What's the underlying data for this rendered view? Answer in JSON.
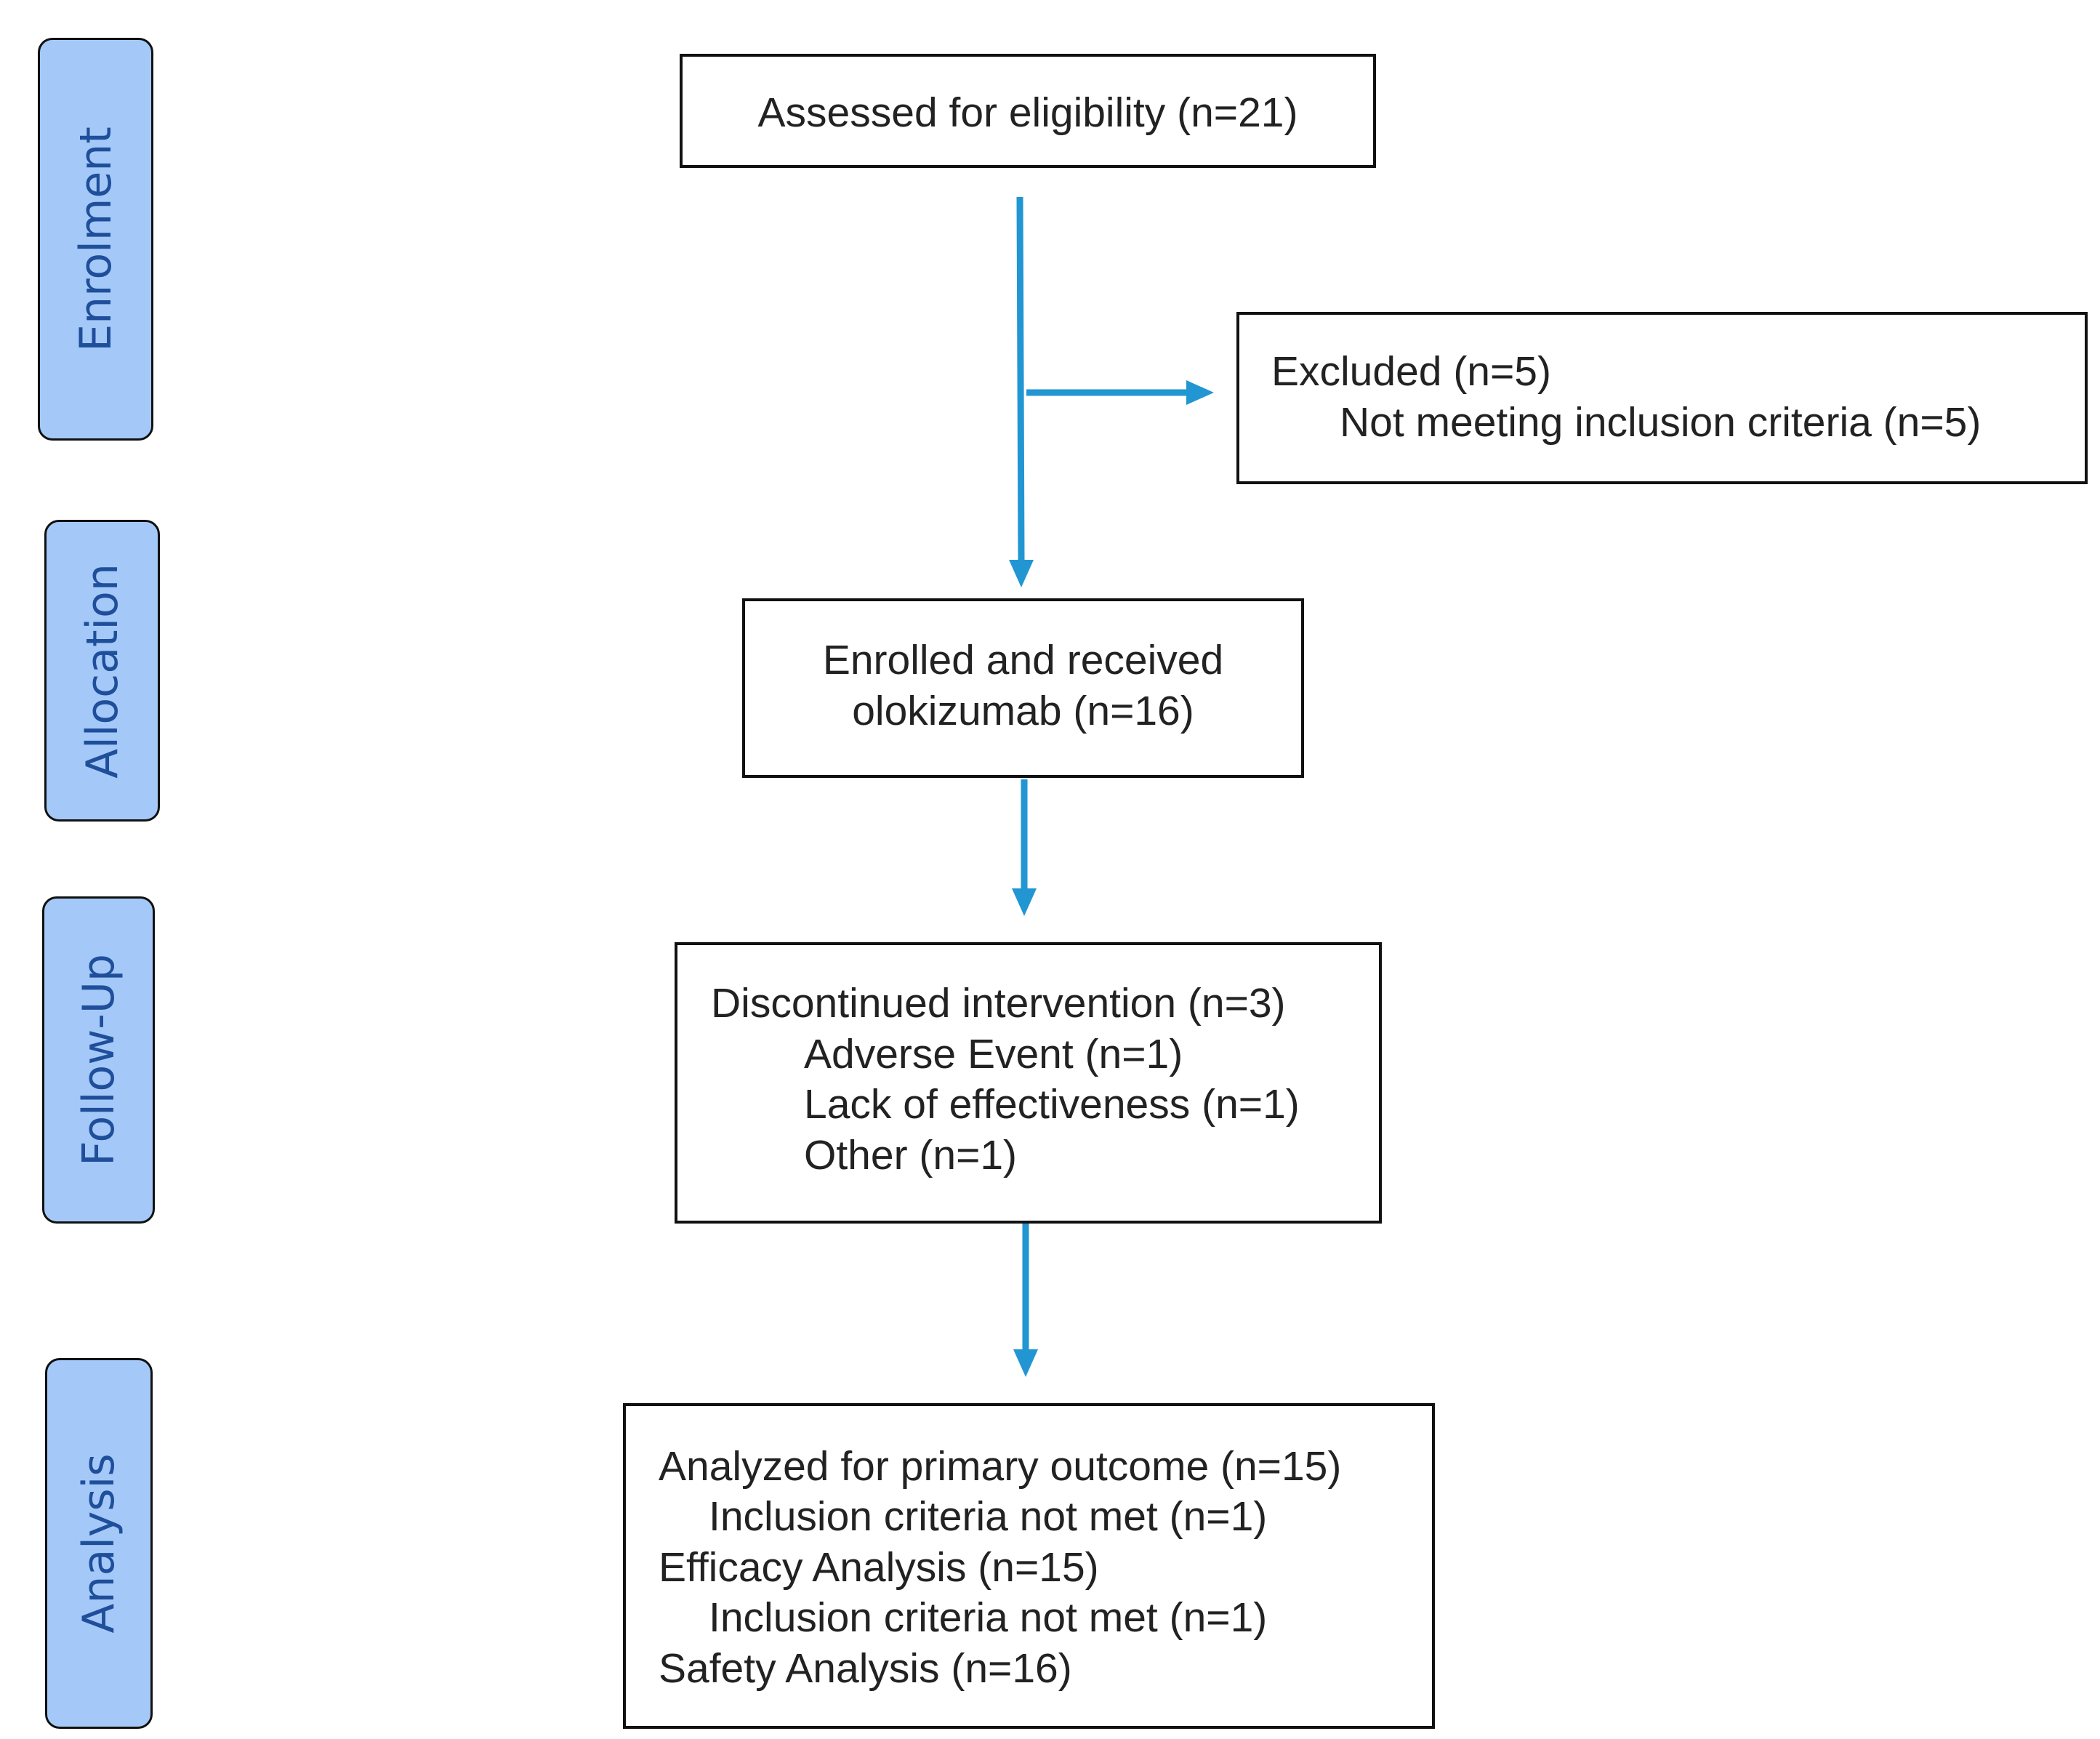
{
  "stages": {
    "enrolment": "Enrolment",
    "allocation": "Allocation",
    "follow_up": "Follow-Up",
    "analysis": "Analysis"
  },
  "boxes": {
    "assessed": "Assessed for eligibility (n=21)",
    "excluded": {
      "title": "Excluded (n=5)",
      "reason": "Not meeting inclusion criteria (n=5)"
    },
    "enrolled": {
      "line1": "Enrolled and received",
      "line2": "olokizumab (n=16)"
    },
    "discontinued": {
      "title": "Discontinued intervention (n=3)",
      "items": [
        "Adverse Event (n=1)",
        "Lack of effectiveness (n=1)",
        "Other (n=1)"
      ]
    },
    "analyzed": {
      "primary": "Analyzed for primary outcome (n=15)",
      "primary_note": "Inclusion criteria not met (n=1)",
      "efficacy": "Efficacy Analysis (n=15)",
      "efficacy_note": "Inclusion criteria not met (n=1)",
      "safety": "Safety Analysis (n=16)"
    }
  },
  "colors": {
    "stage_fill": "#a4c9f8",
    "stage_text": "#1f4e9a",
    "arrow": "#2196d3",
    "border": "#111111"
  }
}
